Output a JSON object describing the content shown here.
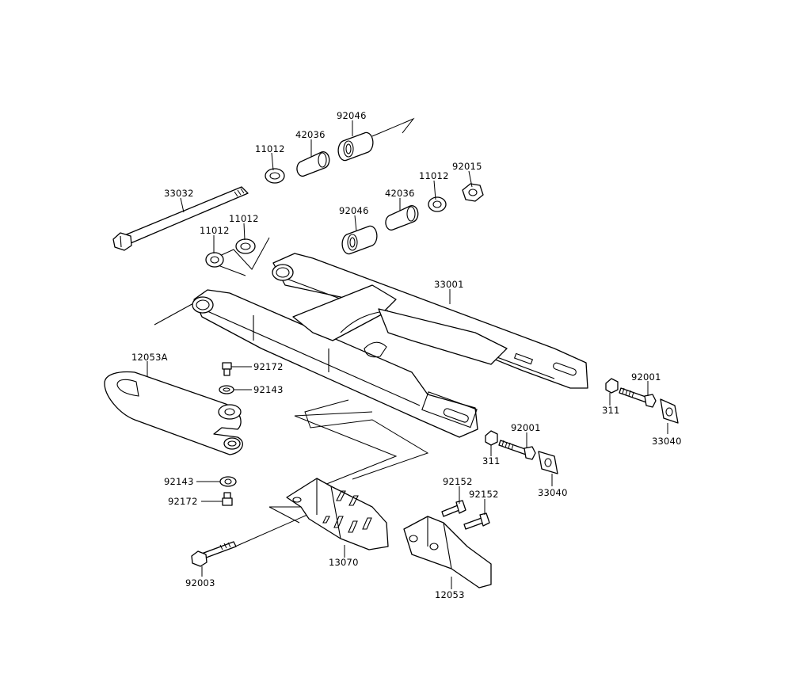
{
  "callouts": [
    {
      "id": "c-92046-a",
      "label": "92046"
    },
    {
      "id": "c-42036-a",
      "label": "42036"
    },
    {
      "id": "c-11012-a",
      "label": "11012"
    },
    {
      "id": "c-92015",
      "label": "92015"
    },
    {
      "id": "c-11012-b",
      "label": "11012"
    },
    {
      "id": "c-42036-b",
      "label": "42036"
    },
    {
      "id": "c-92046-b",
      "label": "92046"
    },
    {
      "id": "c-33032",
      "label": "33032"
    },
    {
      "id": "c-11012-c",
      "label": "11012"
    },
    {
      "id": "c-11012-d",
      "label": "11012"
    },
    {
      "id": "c-33001",
      "label": "33001"
    },
    {
      "id": "c-12053A",
      "label": "12053A"
    },
    {
      "id": "c-92172-a",
      "label": "92172"
    },
    {
      "id": "c-92143-a",
      "label": "92143"
    },
    {
      "id": "c-92001-a",
      "label": "92001"
    },
    {
      "id": "c-311-a",
      "label": "311"
    },
    {
      "id": "c-33040-a",
      "label": "33040"
    },
    {
      "id": "c-92001-b",
      "label": "92001"
    },
    {
      "id": "c-311-b",
      "label": "311"
    },
    {
      "id": "c-33040-b",
      "label": "33040"
    },
    {
      "id": "c-92143-b",
      "label": "92143"
    },
    {
      "id": "c-92172-b",
      "label": "92172"
    },
    {
      "id": "c-92152-a",
      "label": "92152"
    },
    {
      "id": "c-92152-b",
      "label": "92152"
    },
    {
      "id": "c-13070",
      "label": "13070"
    },
    {
      "id": "c-92003",
      "label": "92003"
    },
    {
      "id": "c-12053",
      "label": "12053"
    }
  ]
}
